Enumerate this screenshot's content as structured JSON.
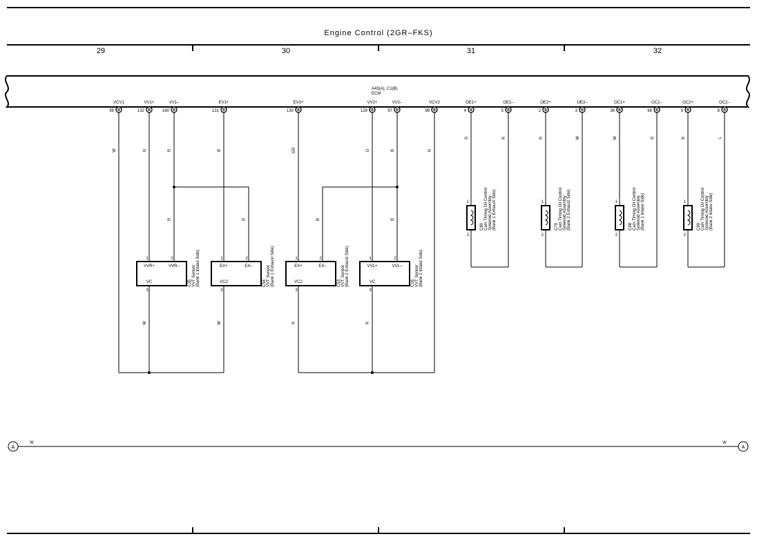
{
  "header": {
    "title": "Engine Control (2GR–FKS)"
  },
  "columns": [
    "29",
    "30",
    "31",
    "32"
  ],
  "ecm": {
    "code": "A43(A), C1(B)",
    "name": "ECM"
  },
  "connector_letter": "B",
  "terminals": [
    {
      "name": "VCV1",
      "pin": "99",
      "wire": "W"
    },
    {
      "name": "VV1+",
      "pin": "132",
      "wire": "G"
    },
    {
      "name": "VV1–",
      "pin": "160",
      "wire": "R"
    },
    {
      "name": "EV1+",
      "pin": "131",
      "wire": "B"
    },
    {
      "name": "EV2+",
      "pin": "130",
      "wire": "GR"
    },
    {
      "name": "VV2+",
      "pin": "129",
      "wire": "G"
    },
    {
      "name": "VV2–",
      "pin": "97",
      "wire": "B"
    },
    {
      "name": "VCV2",
      "pin": "98",
      "wire": "R"
    },
    {
      "name": "OE1+",
      "pin": "4",
      "wire": "G"
    },
    {
      "name": "OE1–",
      "pin": "5",
      "wire": "R"
    },
    {
      "name": "OE2+",
      "pin": "2",
      "wire": "R"
    },
    {
      "name": "OE2–",
      "pin": "3",
      "wire": "W"
    },
    {
      "name": "OC1+",
      "pin": "38",
      "wire": "W"
    },
    {
      "name": "OC1–",
      "pin": "68",
      "wire": "G"
    },
    {
      "name": "OC2+",
      "pin": "9",
      "wire": "B"
    },
    {
      "name": "OC2–",
      "pin": "8",
      "wire": "L"
    }
  ],
  "sensors": [
    {
      "code": "C35",
      "name": "VVT Sensor",
      "side": "(Bank 1 Intake Side)",
      "terms": [
        "VVR+",
        "VVR–",
        "VC"
      ],
      "pins": [
        "1",
        "2",
        "3"
      ],
      "mid_wire": "R",
      "low_wire": "W"
    },
    {
      "code": "C54",
      "name": "VVT Sensor",
      "side": "(Bank 1 Exhaust Side)",
      "terms": [
        "EX+",
        "EX–",
        "VC2"
      ],
      "pins": [
        "1",
        "2",
        "3"
      ],
      "mid_wire": "R",
      "low_wire": "W"
    },
    {
      "code": "C53",
      "name": "VVT Sensor",
      "side": "(Bank 2 Exhaust Side)",
      "terms": [
        "EX+",
        "EX–",
        "VC2"
      ],
      "pins": [
        "1",
        "2",
        "3"
      ],
      "mid_wire": "B",
      "low_wire": "R"
    },
    {
      "code": "C16",
      "name": "VVT Sensor",
      "side": "(Bank 2 Intake Side)",
      "terms": [
        "VVL+",
        "VVL–",
        "VC"
      ],
      "pins": [
        "1",
        "2",
        "3"
      ],
      "mid_wire": "B",
      "low_wire": "R"
    }
  ],
  "solenoids": [
    {
      "code": "C80",
      "name": "Cam Timing Oil Control",
      "name2": "Solenoid Assembly",
      "side": "(Bank 1 Exhaust Side)",
      "pins": [
        "1",
        "2"
      ]
    },
    {
      "code": "C79",
      "name": "Cam Timing Oil Control",
      "name2": "Solenoid Assembly",
      "side": "(Bank 2 Exhaust Side)",
      "pins": [
        "1",
        "2"
      ]
    },
    {
      "code": "C98",
      "name": "Cam Timing Oil Control",
      "name2": "Solenoid Assembly",
      "side": "(Bank 1 Intake Side)",
      "pins": [
        "1",
        "2"
      ]
    },
    {
      "code": "C99",
      "name": "Cam Timing Oil Control",
      "name2": "Solenoid Assembly",
      "side": "(Bank 2 Intake Side)",
      "pins": [
        "1",
        "2"
      ]
    }
  ],
  "bus": {
    "label_left": "A",
    "label_right": "A",
    "wire_left": "W",
    "wire_right": "W"
  }
}
